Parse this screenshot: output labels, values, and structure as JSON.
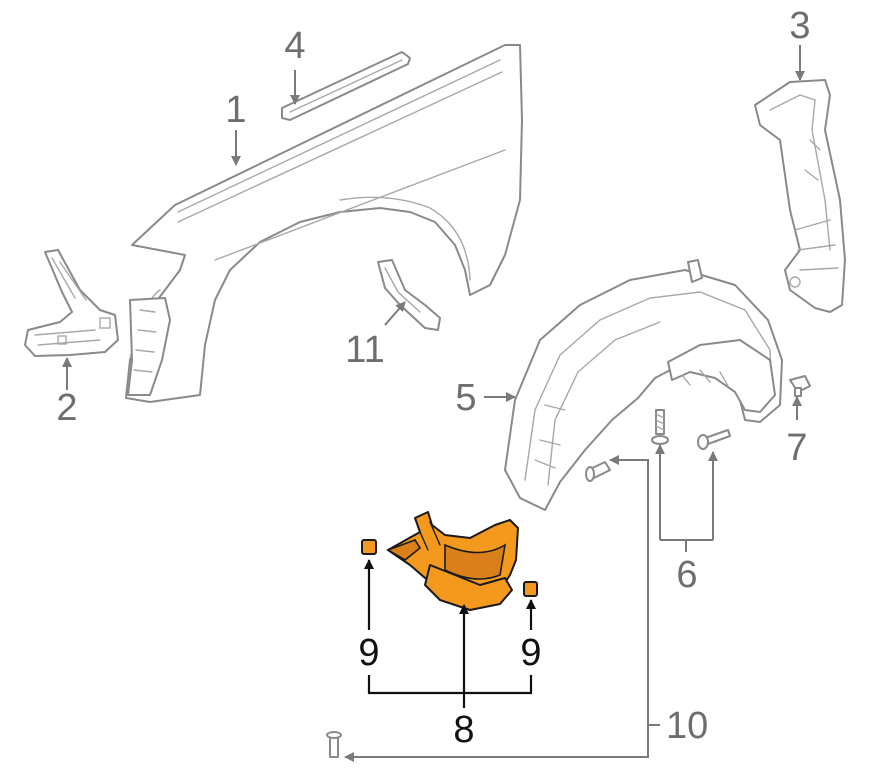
{
  "diagram": {
    "callouts": {
      "c1": "1",
      "c2": "2",
      "c3": "3",
      "c4": "4",
      "c5": "5",
      "c6": "6",
      "c7": "7",
      "c8": "8",
      "c9a": "9",
      "c9b": "9",
      "c10": "10",
      "c11": "11"
    },
    "colors": {
      "highlight": "#f39a1e",
      "line_art": "#8a8a8a",
      "callout_text": "#6e6e6e",
      "highlight_callouts": "#111111"
    },
    "highlighted_part": "8"
  }
}
